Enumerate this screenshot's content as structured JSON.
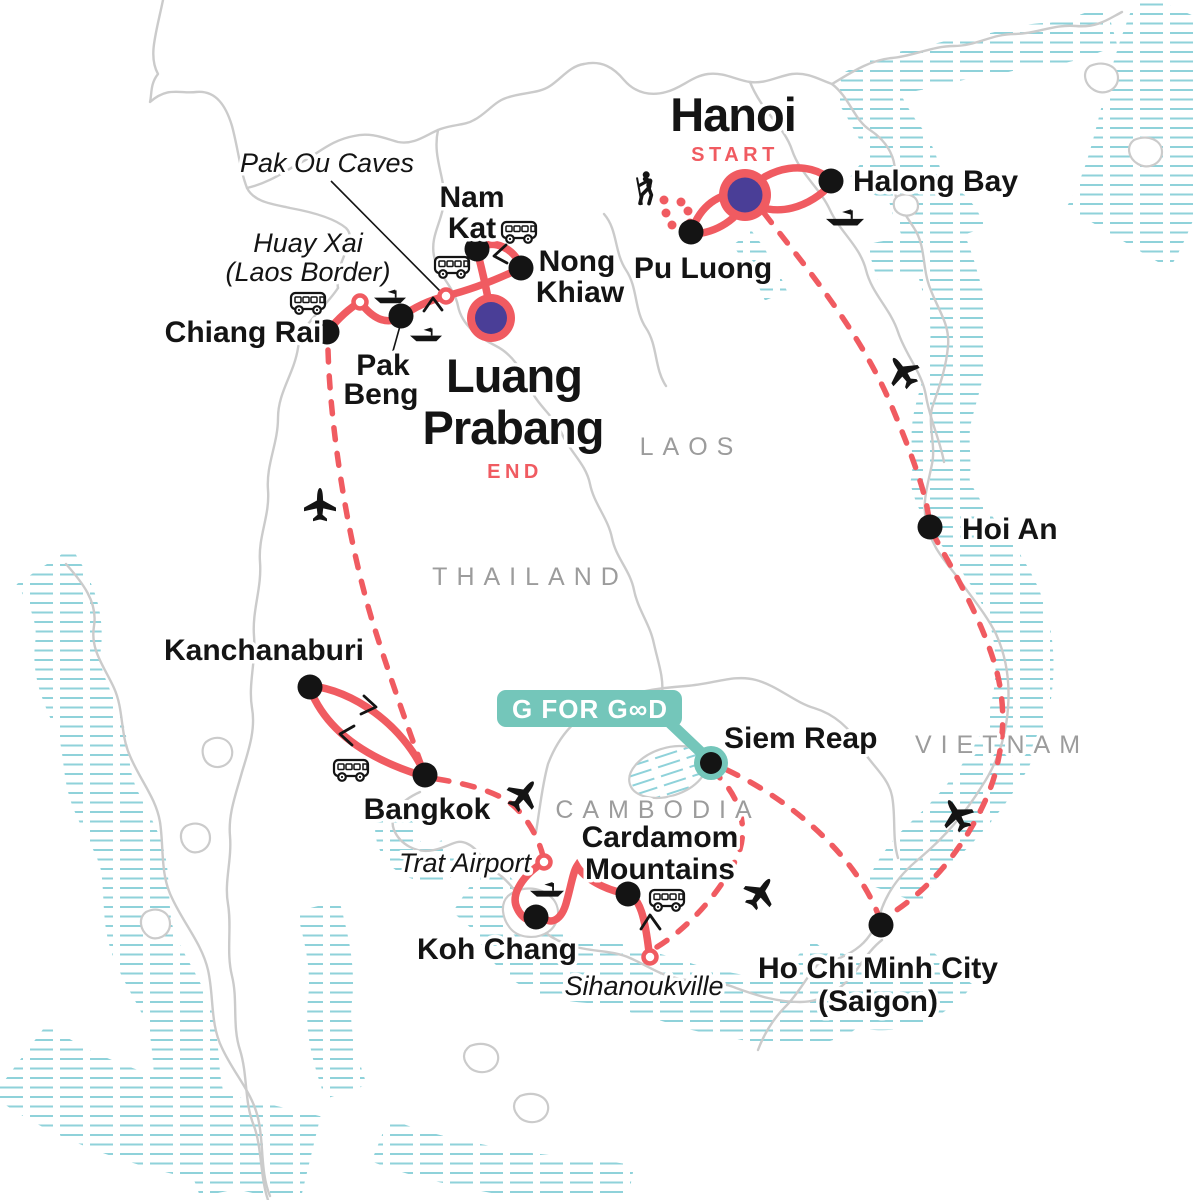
{
  "colors": {
    "route": "#F05B61",
    "purple": "#4A3E97",
    "teal": "#74C6BA",
    "water": "#8FD2DA",
    "border": "#CBCBCB",
    "ink": "#141414",
    "gray": "#9C9C9C"
  },
  "labels": {
    "hanoi": "Hanoi",
    "hanoi_tag": "START",
    "halong_bay": "Halong Bay",
    "pu_luong": "Pu Luong",
    "nam_kat_1": "Nam",
    "nam_kat_2": "Kat",
    "nong_khiaw_1": "Nong",
    "nong_khiaw_2": "Khiaw",
    "pak_ou_caves": "Pak Ou Caves",
    "huay_xai_1": "Huay Xai",
    "huay_xai_2": "(Laos Border)",
    "chiang_rai": "Chiang Rai",
    "pak_beng_1": "Pak",
    "pak_beng_2": "Beng",
    "luang_prabang_1": "Luang",
    "luang_prabang_2": "Prabang",
    "luang_prabang_tag": "END",
    "laos": "LAOS",
    "thailand": "THAILAND",
    "cambodia": "CAMBODIA",
    "vietnam": "VIETNAM",
    "hoi_an": "Hoi An",
    "kanchanaburi": "Kanchanaburi",
    "bangkok": "Bangkok",
    "badge": "G FOR G∞D",
    "badge_plain": "G FOR GOOD",
    "siem_reap": "Siem Reap",
    "cardamom_1": "Cardamom",
    "cardamom_2": "Mountains",
    "trat_airport": "Trat Airport",
    "koh_chang": "Koh Chang",
    "sihanoukville": "Sihanoukville",
    "hcmc_1": "Ho Chi Minh City",
    "hcmc_2": "(Saigon)"
  },
  "markers": [
    {
      "name": "Hanoi",
      "style": "hub-purple",
      "tag": "START"
    },
    {
      "name": "Halong Bay",
      "style": "dot"
    },
    {
      "name": "Pu Luong",
      "style": "dot"
    },
    {
      "name": "Nam Kat",
      "style": "dot"
    },
    {
      "name": "Nong Khiaw",
      "style": "dot"
    },
    {
      "name": "Pak Ou Caves",
      "style": "ring"
    },
    {
      "name": "Huay Xai (Laos Border)",
      "style": "ring"
    },
    {
      "name": "Chiang Rai",
      "style": "dot"
    },
    {
      "name": "Pak Beng",
      "style": "dot"
    },
    {
      "name": "Luang Prabang",
      "style": "hub-purple",
      "tag": "END"
    },
    {
      "name": "Hoi An",
      "style": "dot"
    },
    {
      "name": "Kanchanaburi",
      "style": "dot"
    },
    {
      "name": "Bangkok",
      "style": "dot"
    },
    {
      "name": "Trat Airport",
      "style": "ring"
    },
    {
      "name": "Koh Chang",
      "style": "dot"
    },
    {
      "name": "Cardamom Mountains",
      "style": "dot"
    },
    {
      "name": "Sihanoukville",
      "style": "ring"
    },
    {
      "name": "Siem Reap",
      "style": "dot-teal-ring"
    },
    {
      "name": "Ho Chi Minh City (Saigon)",
      "style": "dot"
    }
  ],
  "transport_icons": [
    {
      "mode": "hiker",
      "near": "Pu Luong"
    },
    {
      "mode": "boat",
      "near": "Halong Bay"
    },
    {
      "mode": "bus",
      "near": "Nam Kat"
    },
    {
      "mode": "bus",
      "near": "Pak Ou Caves"
    },
    {
      "mode": "bus",
      "near": "Chiang Rai"
    },
    {
      "mode": "boat",
      "near": "Huay Xai"
    },
    {
      "mode": "boat",
      "near": "Pak Beng"
    },
    {
      "mode": "plane",
      "near": "Hanoi–Hoi An"
    },
    {
      "mode": "plane",
      "near": "Hoi An–Ho Chi Minh City"
    },
    {
      "mode": "plane",
      "near": "Chiang Rai–Bangkok"
    },
    {
      "mode": "bus",
      "near": "Bangkok–Kanchanaburi"
    },
    {
      "mode": "plane",
      "near": "Bangkok–Trat Airport"
    },
    {
      "mode": "boat",
      "near": "Koh Chang"
    },
    {
      "mode": "bus",
      "near": "Cardamom Mountains"
    },
    {
      "mode": "plane",
      "near": "Sihanoukville–Siem Reap"
    }
  ],
  "routes": {
    "solid_legs": [
      "Hanoi–Halong Bay (loop)",
      "Hanoi–Pu Luong (loop)",
      "Chiang Rai–Huay Xai–Pak Beng–Pak Ou Caves–Nong Khiaw",
      "Luang Prabang–Nam Kat–Nong Khiaw",
      "Bangkok–Kanchanaburi (loop)",
      "Trat Airport–Koh Chang–Cardamom Mountains–Sihanoukville"
    ],
    "dashed_legs": [
      "Hanoi–Hoi An",
      "Hoi An–Ho Chi Minh City",
      "Siem Reap–Ho Chi Minh City",
      "Sihanoukville–Siem Reap",
      "Chiang Rai–Bangkok",
      "Bangkok–Trat Airport"
    ],
    "dotted_trek": [
      "Hanoi hiker–Pu Luong"
    ]
  }
}
